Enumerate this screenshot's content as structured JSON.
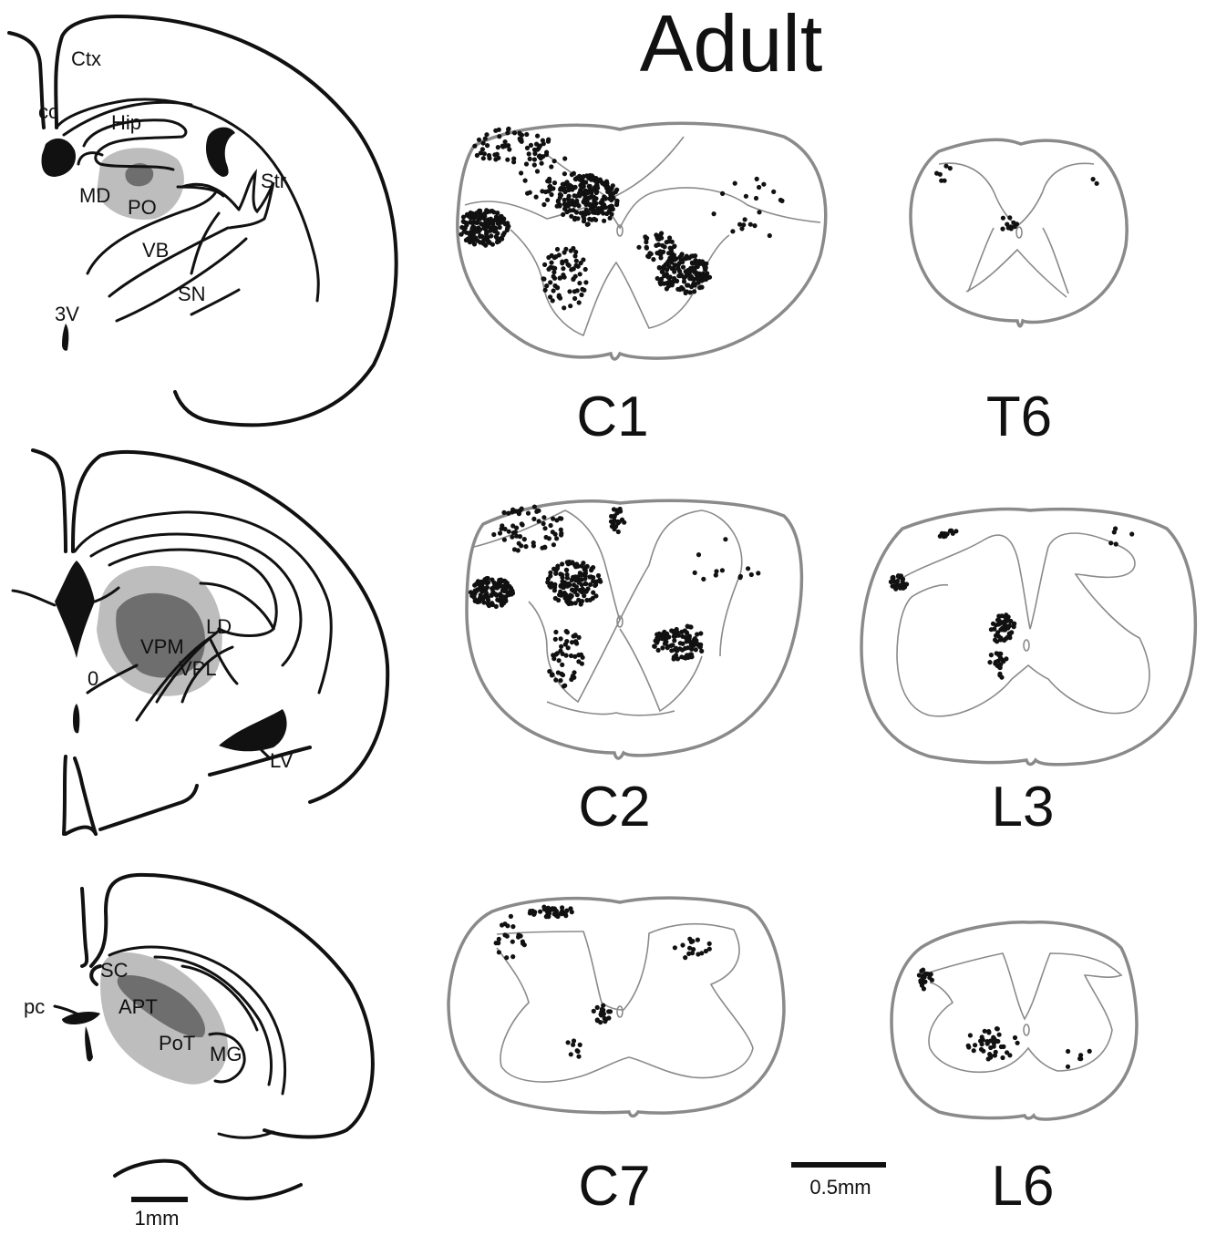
{
  "title": "Adult",
  "brain_sections": [
    {
      "id": "rostral",
      "labels": [
        "Ctx",
        "cc",
        "Hip",
        "MD",
        "PO",
        "Str",
        "VB",
        "SN",
        "3V"
      ]
    },
    {
      "id": "middle",
      "labels": [
        "LD",
        "VPM",
        "VPL",
        "0",
        "LV"
      ]
    },
    {
      "id": "caudal",
      "labels": [
        "SC",
        "pc",
        "APT",
        "PoT",
        "MG"
      ]
    }
  ],
  "spinal_segments": [
    "C1",
    "T6",
    "C2",
    "L3",
    "C7",
    "L6"
  ],
  "scale_bars": {
    "brain": "1mm",
    "cord": "0.5mm"
  },
  "colors": {
    "ink": "#111111",
    "cord_outline": "#8a8a8a",
    "injection_core": "#6e6e6e",
    "injection_halo": "#bdbdbd"
  }
}
